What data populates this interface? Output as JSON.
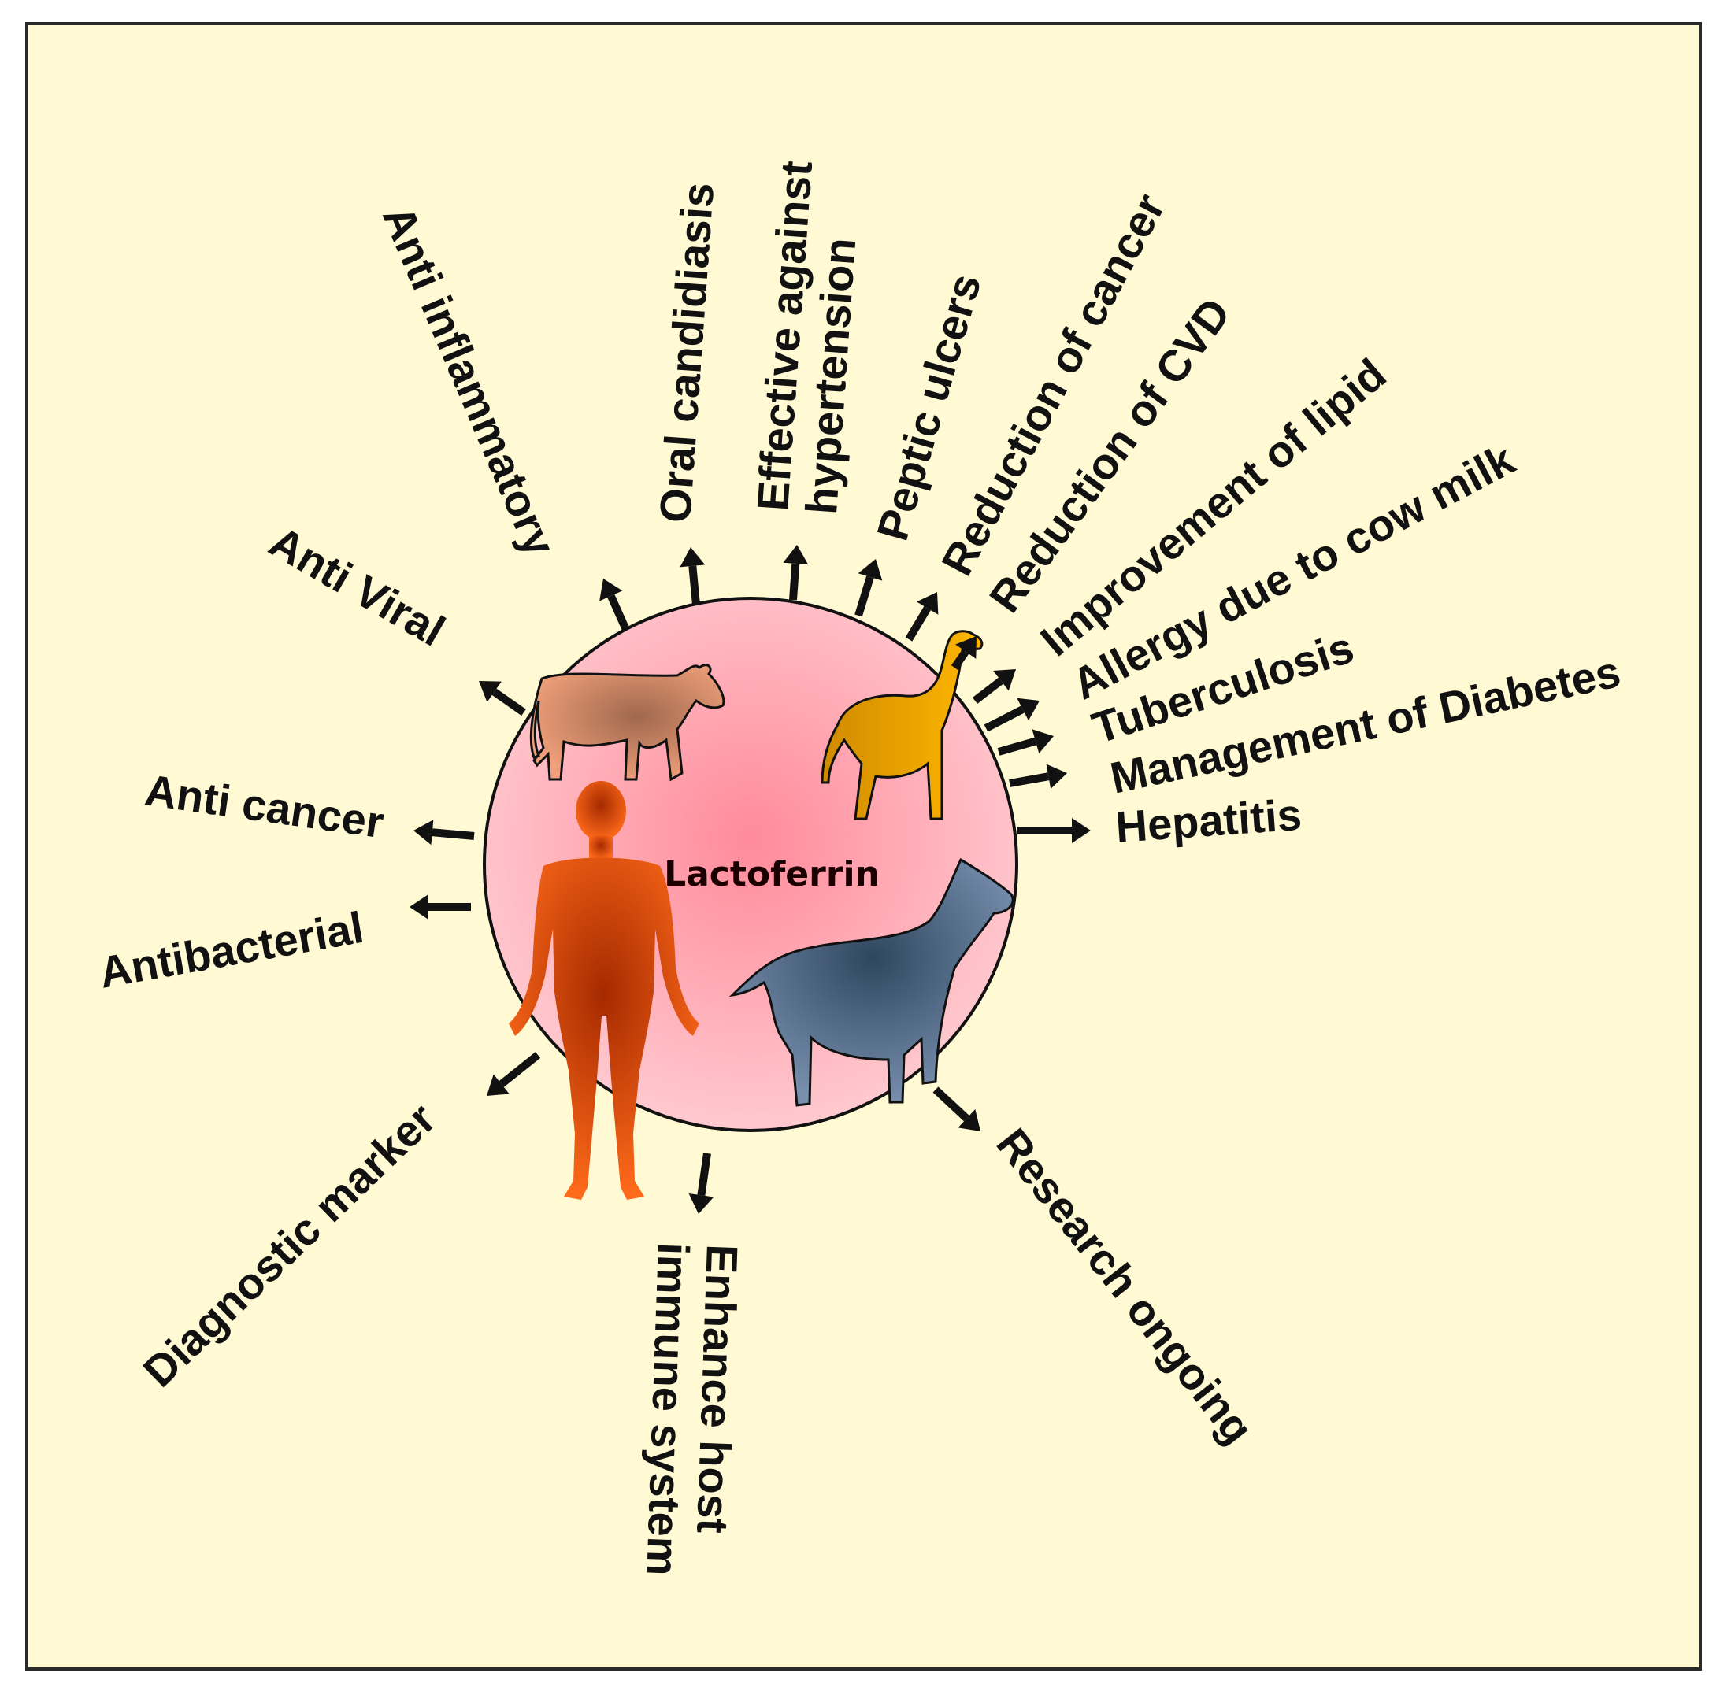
{
  "center": {
    "label": "Lactoferrin"
  },
  "sources": [
    {
      "name": "cow"
    },
    {
      "name": "camel"
    },
    {
      "name": "goat"
    },
    {
      "name": "human"
    }
  ],
  "colors": {
    "background": "#FFF9D4",
    "border": "#2a2a2a",
    "circle_inner": "#FF8A9A",
    "circle_outer": "#FFC9CF",
    "arrow": "#111111",
    "cow": "#E08E6A",
    "camel": "#F5A800",
    "goat": "#5E7896",
    "human": "#E0580E"
  },
  "benefits": [
    {
      "id": "anti-viral",
      "lines": [
        "Anti Viral"
      ]
    },
    {
      "id": "anti-inflammatory",
      "lines": [
        "Anti inflammatory"
      ]
    },
    {
      "id": "oral-candidiasis",
      "lines": [
        "Oral candidiasis"
      ]
    },
    {
      "id": "hypertension",
      "lines": [
        "Effective against",
        "hypertension"
      ]
    },
    {
      "id": "peptic-ulcers",
      "lines": [
        "Peptic ulcers"
      ]
    },
    {
      "id": "reduction-cancer",
      "lines": [
        "Reduction of cancer"
      ]
    },
    {
      "id": "reduction-cvd",
      "lines": [
        "Reduction of CVD"
      ]
    },
    {
      "id": "improvement-lipid",
      "lines": [
        "Improvement of lipid"
      ]
    },
    {
      "id": "allergy-cow-milk",
      "lines": [
        "Allergy due to cow milk"
      ]
    },
    {
      "id": "tuberculosis",
      "lines": [
        "Tuberculosis"
      ]
    },
    {
      "id": "diabetes",
      "lines": [
        "Management of Diabetes"
      ]
    },
    {
      "id": "hepatitis",
      "lines": [
        "Hepatitis"
      ]
    },
    {
      "id": "anti-cancer",
      "lines": [
        "Anti cancer"
      ]
    },
    {
      "id": "antibacterial",
      "lines": [
        "Antibacterial"
      ]
    },
    {
      "id": "diagnostic-marker",
      "lines": [
        "Diagnostic marker"
      ]
    },
    {
      "id": "immune-system",
      "lines": [
        "Enhance host",
        "immune system"
      ]
    },
    {
      "id": "research-ongoing",
      "lines": [
        "Research ongoing"
      ]
    }
  ]
}
